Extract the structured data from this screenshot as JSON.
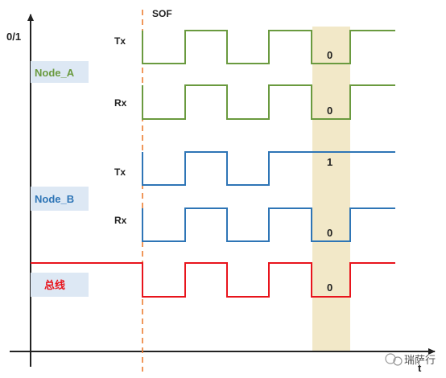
{
  "axes": {
    "y_label": "0/1",
    "x_label": "t"
  },
  "sof_label": "SOF",
  "colors": {
    "node_a": "#6a9a3f",
    "node_b": "#2e75b6",
    "bus": "#e8141c",
    "sof_line": "#ed7d31",
    "highlight": "#f2e8c8",
    "label_box": "#dde8f4",
    "axis": "#222222"
  },
  "groups": [
    {
      "label": "Node_A",
      "color_key": "node_a"
    },
    {
      "label": "Node_B",
      "color_key": "node_b"
    },
    {
      "label": "总线",
      "color_key": "bus"
    }
  ],
  "signals": [
    {
      "group": 0,
      "name": "Tx",
      "bits": [
        1,
        0,
        1,
        0,
        1,
        0,
        1
      ],
      "bit_value": "0"
    },
    {
      "group": 0,
      "name": "Rx",
      "bits": [
        1,
        0,
        1,
        0,
        1,
        0,
        1
      ],
      "bit_value": "0"
    },
    {
      "group": 1,
      "name": "Tx",
      "bits": [
        1,
        0,
        1,
        0,
        1,
        1,
        1
      ],
      "bit_value": "1"
    },
    {
      "group": 1,
      "name": "Rx",
      "bits": [
        1,
        0,
        1,
        0,
        1,
        0,
        1
      ],
      "bit_value": "0"
    },
    {
      "group": 2,
      "name": "",
      "bits": [
        1,
        0,
        1,
        0,
        1,
        0,
        1
      ],
      "bit_value": "0"
    }
  ],
  "highlight_bit": 5,
  "watermark": "瑞萨行"
}
